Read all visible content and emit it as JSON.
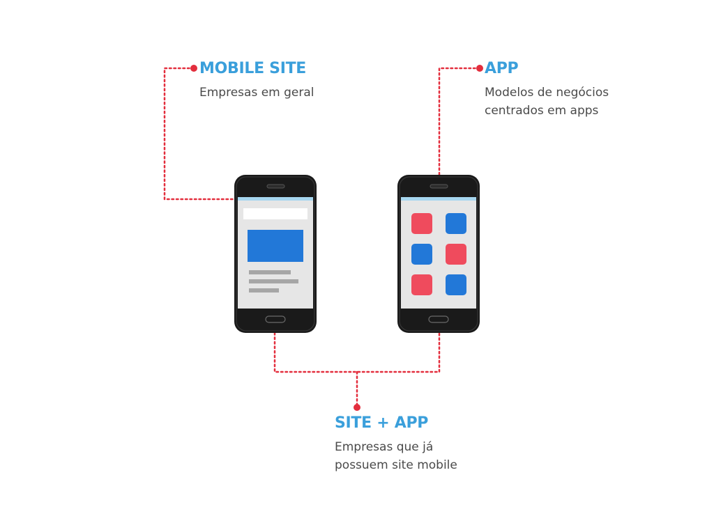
{
  "colors": {
    "accent_blue": "#3a9fdb",
    "connector_red": "#e32e3d",
    "phone_body": "#1a1a1a",
    "screen_bg": "#e6e6e6",
    "app_red": "#ef4b5d",
    "app_blue": "#2278d8",
    "text_gray": "#4a4a4a"
  },
  "labels": {
    "mobile_site": {
      "title": "MOBILE SITE",
      "desc_line1": "Empresas em geral"
    },
    "app": {
      "title": "APP",
      "desc_line1": "Modelos de negócios",
      "desc_line2": "centrados em apps"
    },
    "site_app": {
      "title": "SITE + APP",
      "desc_line1": "Empresas que já",
      "desc_line2": "possuem site mobile"
    }
  },
  "phones": [
    {
      "name": "mobile-site-phone",
      "screen": "web-page",
      "icon": "phone-icon"
    },
    {
      "name": "app-phone",
      "screen": "app-grid",
      "icon": "phone-icon"
    }
  ],
  "app_grid": [
    "red",
    "blue",
    "blue",
    "red",
    "red",
    "blue"
  ]
}
